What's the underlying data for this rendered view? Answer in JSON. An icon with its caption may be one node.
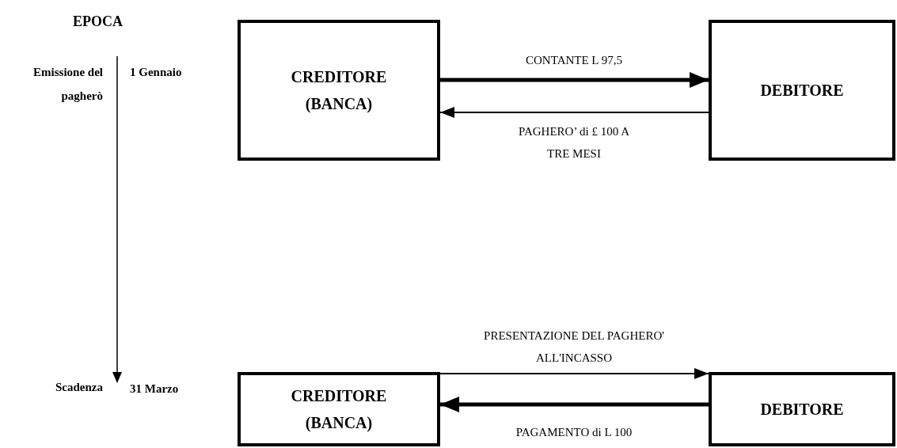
{
  "diagram": {
    "nodes": [
      {
        "text": [
          "CREDITORE (BANCA)"
        ]
      },
      {
        "text": [
          "DEBITORE"
        ]
      },
      {
        "text": [
          "CREDITORE (BANCA)"
        ]
      },
      {
        "text": [
          "DEBITORE"
        ]
      }
    ],
    "edges": [
      {
        "from": 0,
        "to": 1,
        "arrow": "to",
        "label": "CONTANTE L 97,5",
        "style": "thick"
      },
      {
        "from": 1,
        "to": 0,
        "arrow": "to",
        "label": "PAGHERO’ di £ 100 A TRE MESI"
      },
      {
        "from": 2,
        "to": 3,
        "arrow": "to",
        "label": "PRESENTAZIONE DEL PAGHERO' ALL'INCASSO"
      },
      {
        "from": 3,
        "to": 2,
        "arrow": "to",
        "label": "PAGAMENTO di L 100",
        "style": "thick"
      }
    ],
    "labels": [
      "EPOCA",
      "Emissione del pagherò",
      "1 Gennaio",
      "Scadenza",
      "31 Marzo"
    ]
  }
}
